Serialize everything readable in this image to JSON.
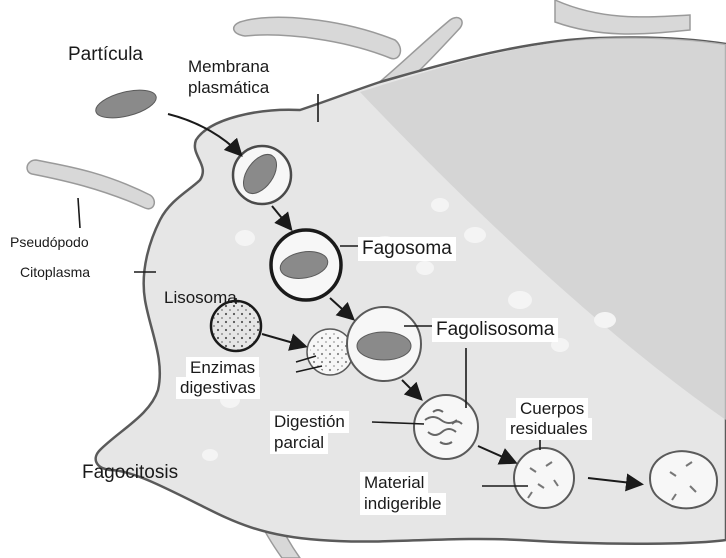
{
  "labels": {
    "particula": "Partícula",
    "membrana_line1": "Membrana",
    "membrana_line2": "plasmática",
    "pseudopodo": "Pseudópodo",
    "citoplasma": "Citoplasma",
    "fagosoma": "Fagosoma",
    "lisosoma": "Lisosoma",
    "fagolisosoma": "Fagolisosoma",
    "enzimas_line1": "Enzimas",
    "enzimas_line2": "digestivas",
    "digestion_line1": "Digestión",
    "digestion_line2": "parcial",
    "cuerpos_line1": "Cuerpos",
    "cuerpos_line2": "residuales",
    "material_line1": "Material",
    "material_line2": "indigerible",
    "fagocitosis": "Fagocitosis"
  },
  "colors": {
    "cell_fill": "#e6e6e6",
    "cell_shade": "#cfcfcf",
    "outline": "#5a5a5a",
    "particle": "#8a8a8a",
    "vesicle_fill": "#f7f7f7",
    "arrow": "#1a1a1a"
  }
}
